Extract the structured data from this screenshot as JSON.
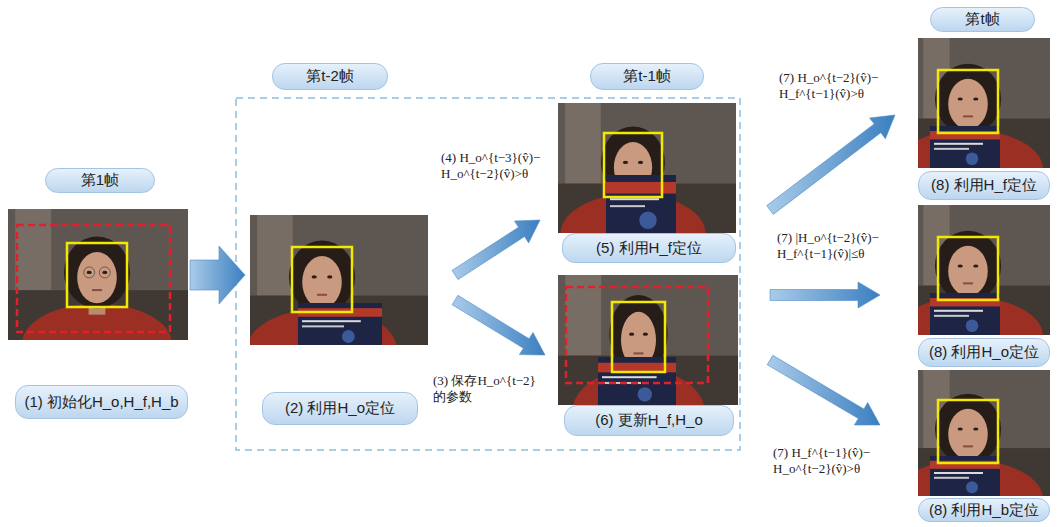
{
  "diagram": {
    "nodes": [
      {
        "text": [
          "第1帧"
        ]
      },
      {
        "text": [
          "(1) 初始化H_o,H_f,H_b"
        ]
      },
      {
        "text": [
          "第t-2帧"
        ]
      },
      {
        "text": [
          "(2) 利用H_o定位"
        ]
      },
      {
        "text": [
          "第t-1帧"
        ]
      },
      {
        "text": [
          "(5) 利用H_f定位"
        ]
      },
      {
        "text": [
          "(6) 更新H_f,H_o"
        ]
      },
      {
        "text": [
          "第t帧"
        ]
      },
      {
        "text": [
          "(8) 利用H_f定位"
        ]
      },
      {
        "text": [
          "(8) 利用H_o定位"
        ]
      },
      {
        "text": [
          "(8) 利用H_b定位"
        ]
      }
    ],
    "edges": [
      {
        "from": 1,
        "to": 3,
        "arrow": "to"
      },
      {
        "from": 3,
        "to": 5,
        "arrow": "to",
        "label": "(4) H_o^{t−3}(v̂)− H_o^{t−2}(v̂)>θ"
      },
      {
        "from": 3,
        "to": 6,
        "arrow": "to",
        "label": "(3) 保存H_o^{t−2} 的参数"
      },
      {
        "from": 6,
        "to": 8,
        "arrow": "to",
        "label": "(7) H_o^{t−2}(v̂)− H_f^{t−1}(v̂)>θ"
      },
      {
        "from": 6,
        "to": 9,
        "arrow": "to",
        "label": "(7) |H_o^{t−2}(v̂)− H_f^{t−1}(v̂)|≤θ"
      },
      {
        "from": 6,
        "to": 10,
        "arrow": "to",
        "label": "(7) H_f^{t−1}(v̂)− H_o^{t−2}(v̂)>θ"
      }
    ]
  }
}
